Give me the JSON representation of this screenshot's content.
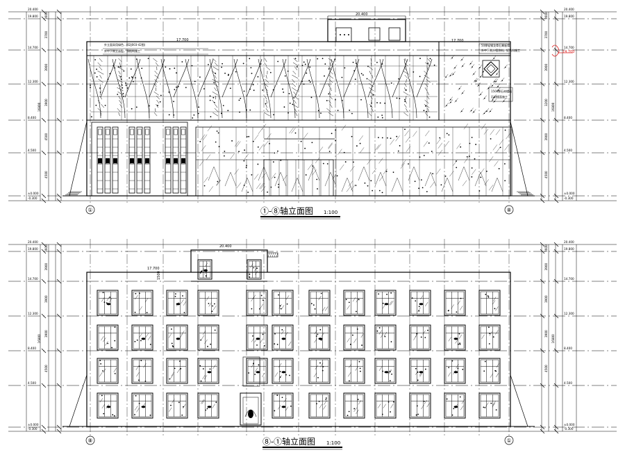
{
  "drawing": {
    "elevation_top": {
      "title": "①-⑧轴立面图",
      "scale": "1:100",
      "axis_left": "①",
      "axis_right": "⑧",
      "roof_dim": "20.400",
      "parapet_dim": "17.700",
      "left_parapet_dim": "17.700",
      "notes_left": [
        "外立面采用绿色...(02J003-42图)",
        "外中下侧立面层，钢结构施工"
      ],
      "notes_right": [
        "50厚轻钢龙骨石膏板墙",
        "外中下侧外墙涂料，钢结构施工",
        "1500厚石材楼面",
        "石材楼面施工"
      ],
      "red_mark": "14.700"
    },
    "elevation_bottom": {
      "title": "⑧-①轴立面图",
      "scale": "1:100",
      "axis_left": "⑧",
      "axis_right": "①",
      "roof_dim": "20.400",
      "parapet_dim": "17.700",
      "side_dim": "1500"
    },
    "levels": {
      "left": [
        "20.400",
        "19.800",
        "14.700",
        "12.300",
        "8.400",
        "4.500",
        "±0.000",
        "-0.300"
      ],
      "right": [
        "20.400",
        "19.800",
        "14.700",
        "12.300",
        "8.400",
        "4.500",
        "±0.000",
        "-0.300"
      ]
    },
    "dims_left_top": [
      "3600",
      "3700",
      "3900",
      "3900",
      "4500",
      "4500"
    ],
    "dims_left_total": "16800",
    "dims_right_top": [
      "3600",
      "3700",
      "3900",
      "3200",
      "3900",
      "4500"
    ],
    "dims_right_total": "16800",
    "dims_left_bottom": [
      "3600",
      "3900",
      "3900",
      "3900",
      "4500"
    ],
    "dims_right_bottom": [
      "3600",
      "3900",
      "3900",
      "3900",
      "4500"
    ]
  }
}
